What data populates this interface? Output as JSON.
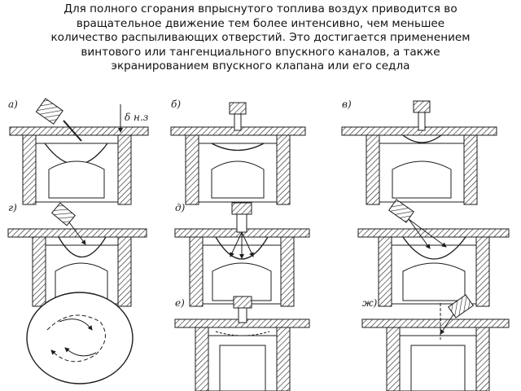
{
  "caption": {
    "lines": [
      "Для полного сгорания впрыснутого топлива воздух приводится во",
      "вращательное движение тем более интенсивно, чем меньшее",
      "количество распыливающих отверстий. Это достигается применением",
      "винтового или тангенциального впускного каналов, а также",
      "экранированием впускного клапана или его седла"
    ]
  },
  "figure": {
    "panels": [
      {
        "label": "а)",
        "dim_label": "δ н.з"
      },
      {
        "label": "б)"
      },
      {
        "label": "в)"
      },
      {
        "label": "г)"
      },
      {
        "label": "д)"
      },
      {
        "label": "е)"
      },
      {
        "label": "ж)"
      }
    ],
    "colors": {
      "line": "#1c1c1c",
      "paper": "#ffffff",
      "text": "#111111"
    }
  }
}
